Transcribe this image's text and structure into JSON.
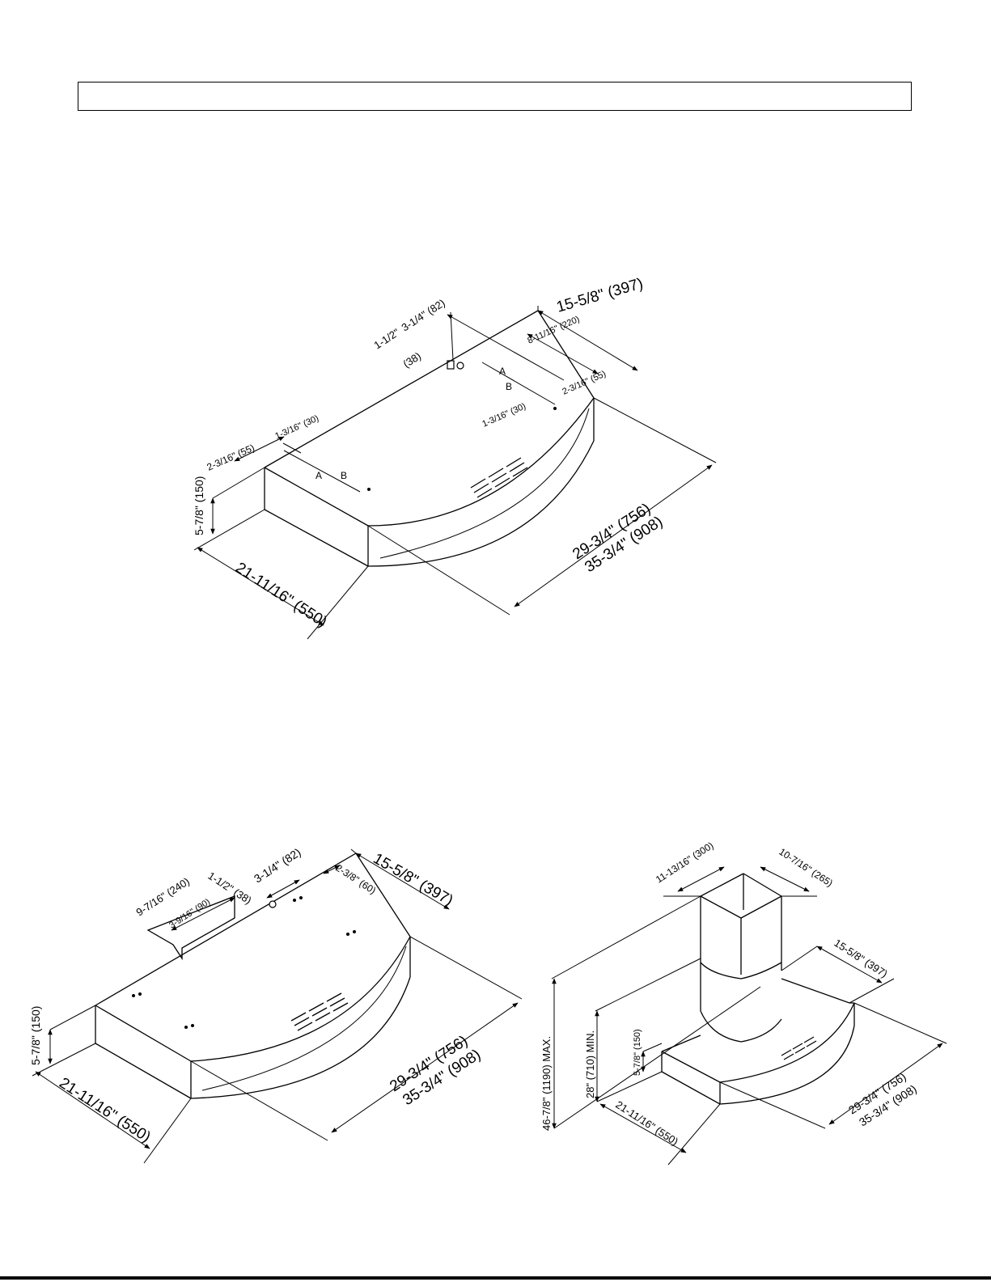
{
  "header": {
    "box_text": ""
  },
  "hood_top": {
    "depth": "21-11/16\" (550)",
    "height": "5-7/8\" (150)",
    "back_depth": "15-5/8\" (397)",
    "width_a": "29-3/4\" (756)",
    "width_b": "35-3/4\" (908)",
    "dim_3_1_4": "3-1/4\" (82)",
    "dim_1_1_2": "1-1/2\"",
    "dim_38": "(38)",
    "dim_8_11_16": "8-11/16\" (220)",
    "dim_2_3_16_right": "2-3/16\" (55)",
    "dim_1_3_16_right": "1-3/16\" (30)",
    "dim_2_3_16_left": "2-3/16\" (55)",
    "dim_1_3_16_left": "1-3/16\" (30)",
    "label_a": "A",
    "label_b": "B"
  },
  "hood_bottom_left": {
    "depth": "21-11/16\" (550)",
    "height": "5-7/8\" (150)",
    "back_depth": "15-5/8\" (397)",
    "width_a": "29-3/4\" (756)",
    "width_b": "35-3/4\" (908)",
    "dim_9_7_16": "9-7/16\" (240)",
    "dim_3_9_16": "3-9/16\" (90)",
    "dim_1_1_2": "1-1/2\" (38)",
    "dim_3_1_4": "3-1/4\" (82)",
    "dim_2_3_8": "2-3/8\" (60)"
  },
  "hood_chimney": {
    "duct_width": "11-13/16\" (300)",
    "duct_depth": "10-7/16\" (265)",
    "back_depth": "15-5/8\" (397)",
    "max_height": "46-7/8\" (1190) MAX.",
    "min_height": "28\" (710) MIN.",
    "height": "5-7/8\" (150)",
    "depth": "21-11/16\" (550)",
    "width_a": "29-3/4\" (756)",
    "width_b": "35-3/4\" (908)"
  }
}
